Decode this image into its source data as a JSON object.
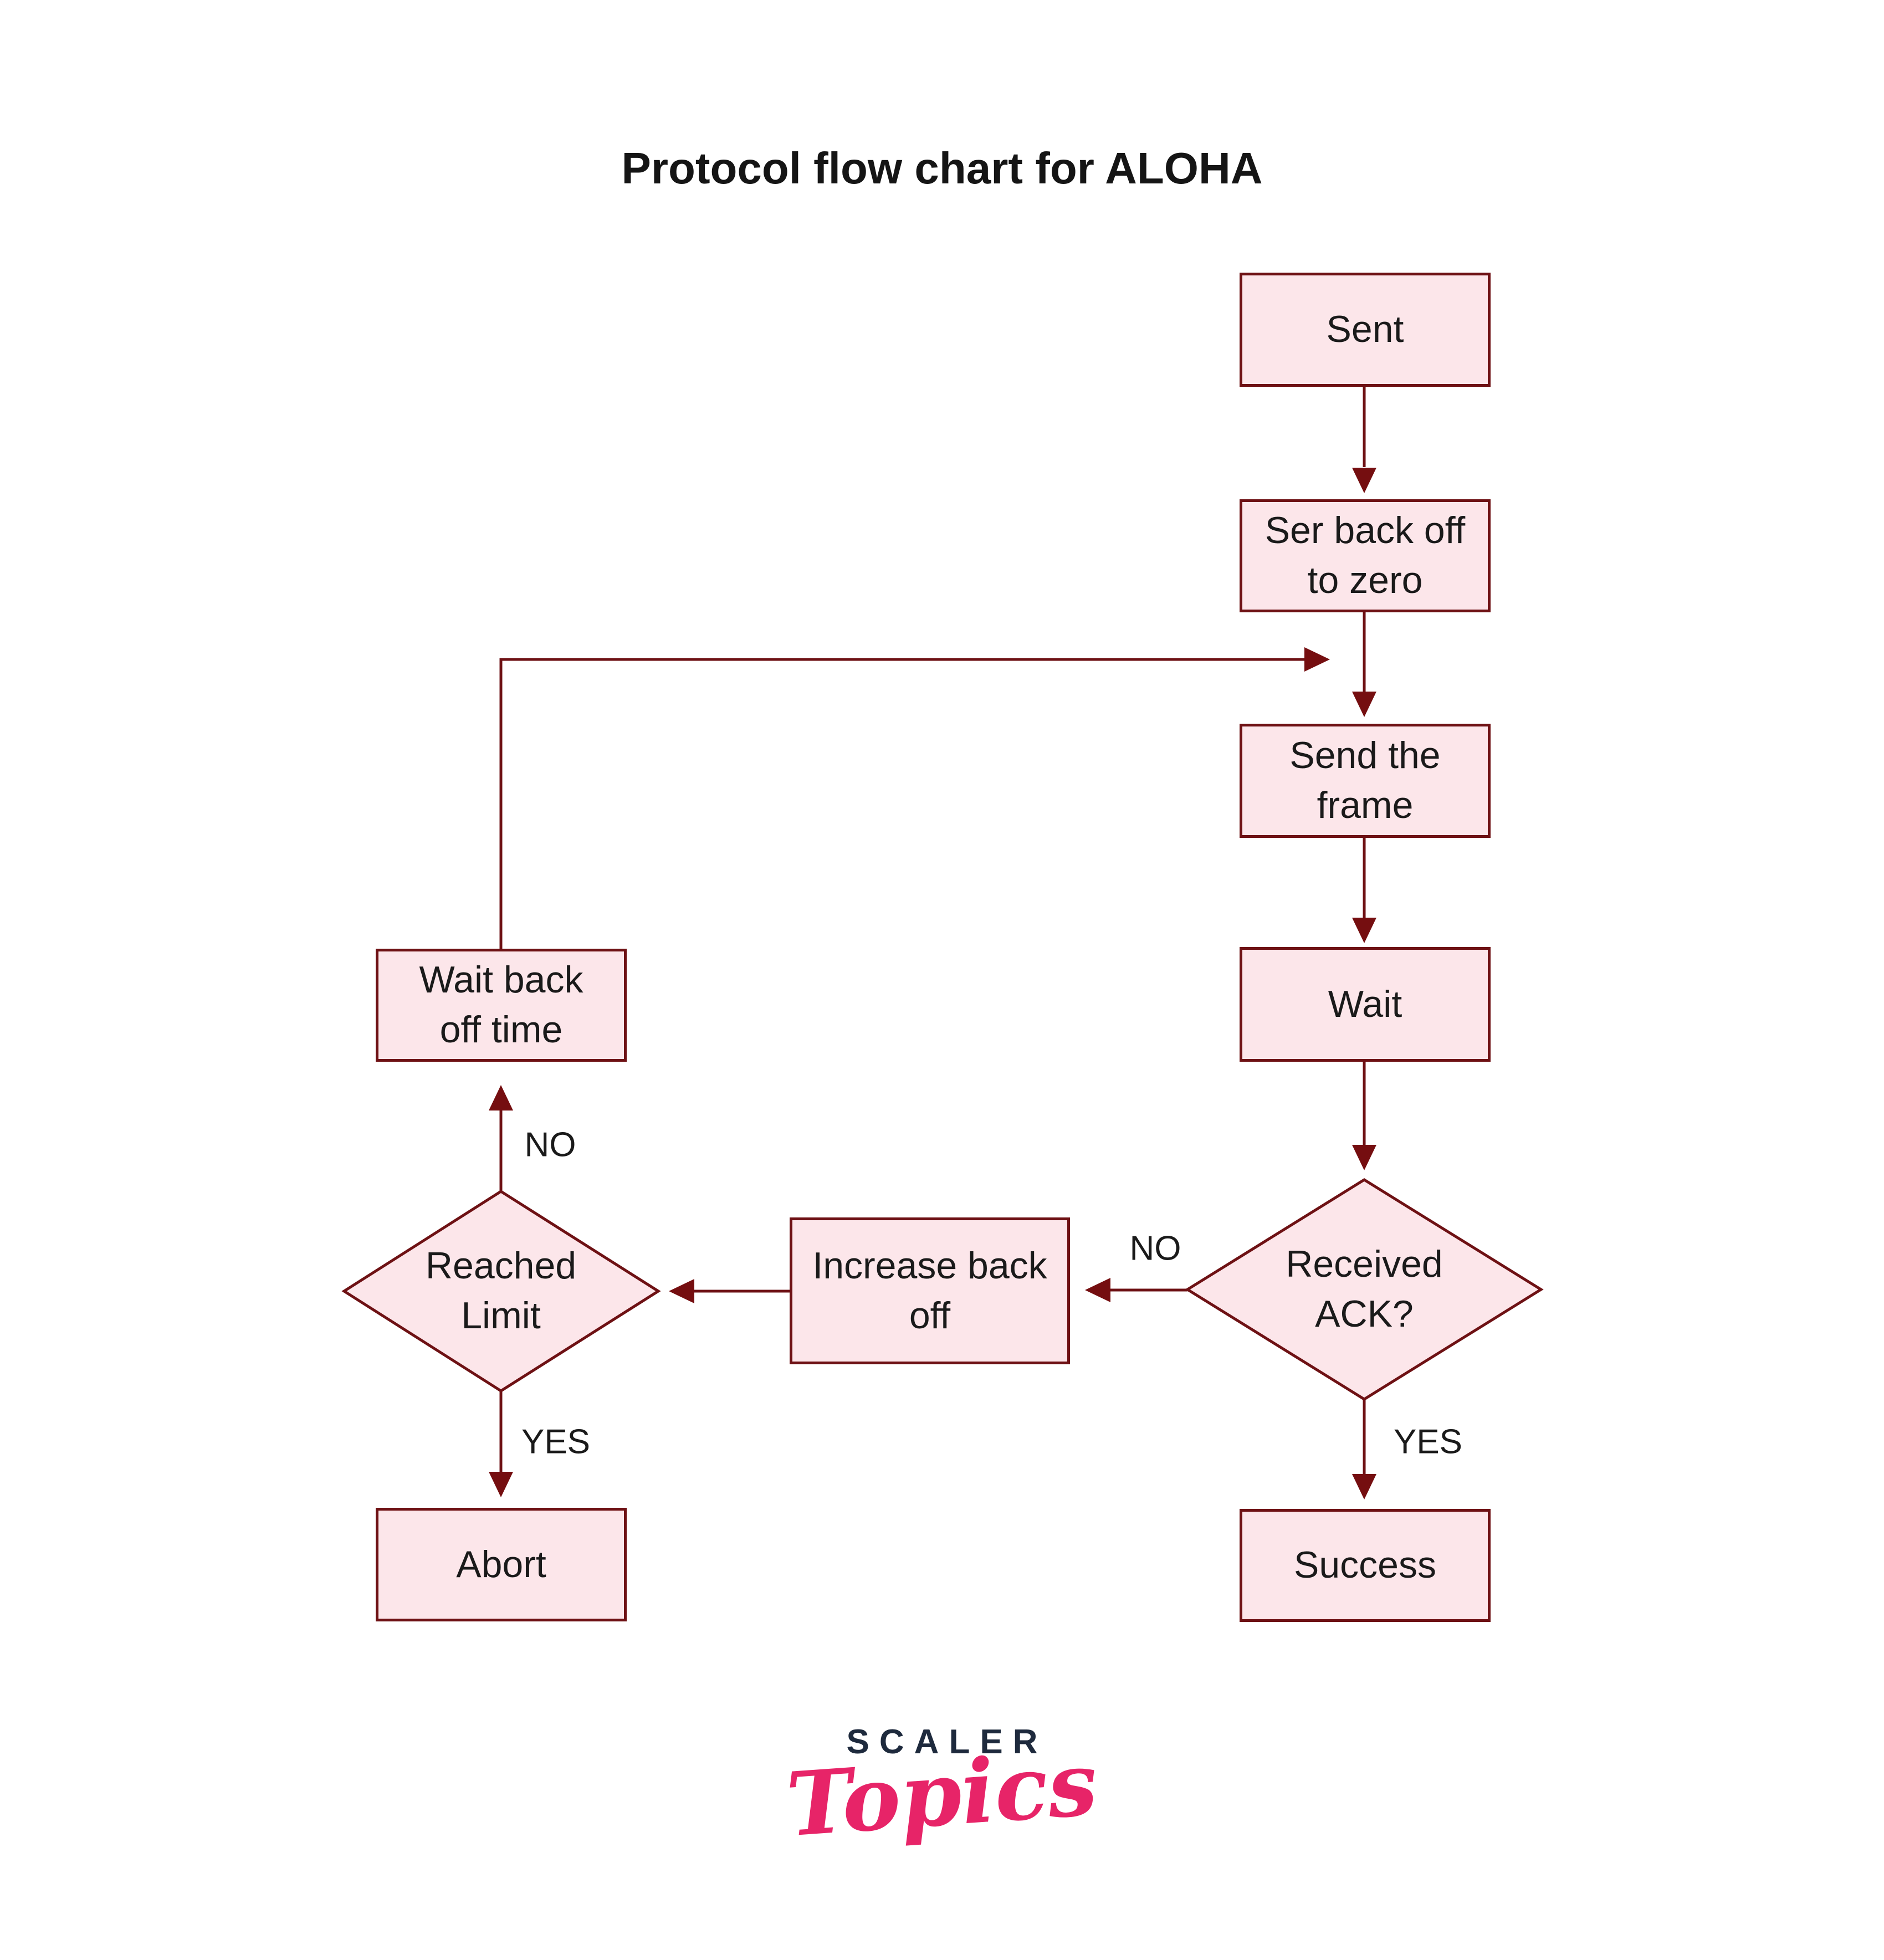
{
  "title": "Protocol flow chart for ALOHA",
  "colors": {
    "node-fill": "#fce6ea",
    "node-border": "#6e1114",
    "line": "#6e1114",
    "arrow": "#750e10",
    "text": "#1a1a1a",
    "title": "#151515",
    "logo-navy": "#1e2a3d",
    "logo-pink": "#e72468",
    "bg": "#ffffff"
  },
  "nodes": {
    "sent": {
      "label": "Sent"
    },
    "set_back_off": {
      "label": "Ser back off\nto zero"
    },
    "send_frame": {
      "label": "Send the\nframe"
    },
    "wait": {
      "label": "Wait"
    },
    "received_ack": {
      "label": "Received\nACK?"
    },
    "success": {
      "label": "Success"
    },
    "increase_back_off": {
      "label": "Increase back\noff"
    },
    "reached_limit": {
      "label": "Reached\nLimit"
    },
    "wait_back_off": {
      "label": "Wait back\noff time"
    },
    "abort": {
      "label": "Abort"
    }
  },
  "edge_labels": {
    "received_ack_no": "NO",
    "received_ack_yes": "YES",
    "reached_limit_no": "NO",
    "reached_limit_yes": "YES"
  },
  "logo": {
    "brand": "SCALER",
    "product": "Topics"
  }
}
